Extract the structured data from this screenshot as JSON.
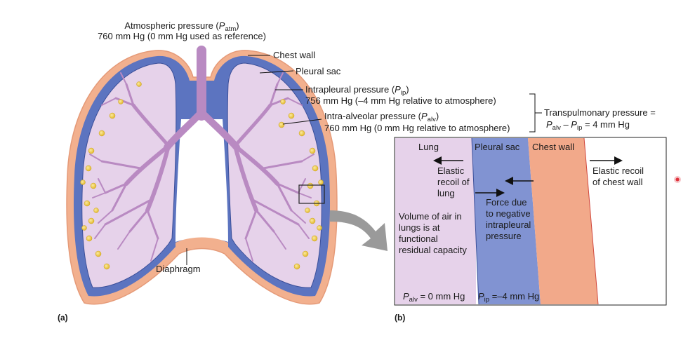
{
  "atmospheric": {
    "title_prefix": "Atmospheric pressure (",
    "symbol": "P",
    "subscript": "atm",
    "title_suffix": ")",
    "value": "760 mm Hg (0 mm Hg used as reference)"
  },
  "labels": {
    "chest_wall": "Chest wall",
    "pleural_sac": "Pleural sac",
    "diaphragm": "Diaphragm",
    "intrapleural_prefix": "Intrapleural pressure (",
    "intrapleural_symbol": "P",
    "intrapleural_sub": "ip",
    "intrapleural_suffix": ")",
    "intrapleural_value": "756 mm Hg (–4 mm Hg relative to atmosphere)",
    "intraalveolar_prefix": "Intra-alveolar pressure (",
    "intraalveolar_symbol": "P",
    "intraalveolar_sub": "alv",
    "intraalveolar_suffix": ")",
    "intraalveolar_value": "760 mm Hg (0 mm Hg relative to atmosphere)",
    "transpulmonary_title": "Transpulmonary pressure =",
    "transpulmonary_p1": "P",
    "transpulmonary_s1": "alv",
    "transpulmonary_minus": " – ",
    "transpulmonary_p2": "P",
    "transpulmonary_s2": "ip",
    "transpulmonary_result": " = 4 mm Hg"
  },
  "panel_b": {
    "col_lung": "Lung",
    "col_pleural": "Pleural sac",
    "col_chest": "Chest wall",
    "elastic_lung_1": "Elastic",
    "elastic_lung_2": "recoil of",
    "elastic_lung_3": "lung",
    "elastic_chest_1": "Elastic recoil",
    "elastic_chest_2": "of chest wall",
    "force_1": "Force due",
    "force_2": "to negative",
    "force_3": "intrapleural",
    "force_4": "pressure",
    "volume_1": "Volume of air in",
    "volume_2": "lungs is at",
    "volume_3": "functional",
    "volume_4": "residual capacity",
    "palv_symbol": "P",
    "palv_sub": "alv",
    "palv_value": " = 0 mm Hg",
    "pip_symbol": "P",
    "pip_sub": "ip",
    "pip_value": " =–4 mm Hg"
  },
  "panels": {
    "a": "(a)",
    "b": "(b)"
  },
  "colors": {
    "chest_wall": "#f2b08e",
    "pleural": "#7f93d0",
    "lung": "#e6d2ea",
    "airway": "#b98ac2",
    "alveoli": "#f0d24a",
    "cursor": "#e0303a"
  }
}
